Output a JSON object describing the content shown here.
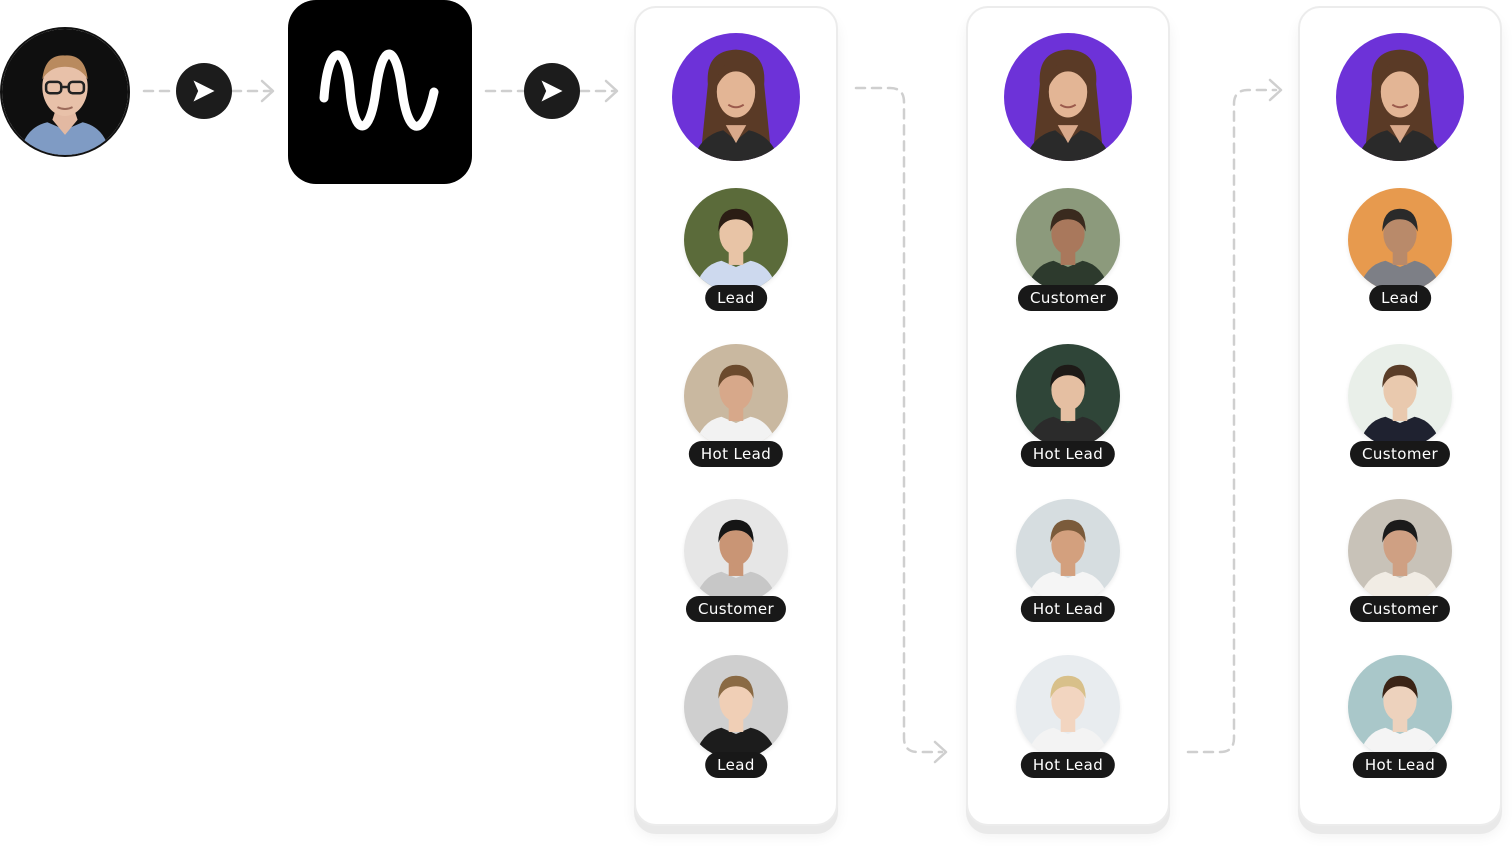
{
  "flow": {
    "source": {
      "icon": "person-avatar-man-glasses"
    },
    "send_icon": "send-arrow-icon",
    "app_icon": "waveform-icon",
    "palette": {
      "dark": "#1c1c1c",
      "agent_purple": "#6d32d8",
      "connector": "#cfcfcf",
      "badge_bg": "#181818",
      "badge_text": "#ffffff"
    }
  },
  "columns": [
    {
      "agent_icon": "agent-avatar-woman-purple",
      "leads": [
        {
          "label": "Lead",
          "icon": "person-avatar"
        },
        {
          "label": "Hot Lead",
          "icon": "person-avatar"
        },
        {
          "label": "Customer",
          "icon": "person-avatar"
        },
        {
          "label": "Lead",
          "icon": "person-avatar"
        }
      ]
    },
    {
      "agent_icon": "agent-avatar-woman-purple",
      "leads": [
        {
          "label": "Customer",
          "icon": "person-avatar"
        },
        {
          "label": "Hot Lead",
          "icon": "person-avatar"
        },
        {
          "label": "Hot Lead",
          "icon": "person-avatar"
        },
        {
          "label": "Hot Lead",
          "icon": "person-avatar"
        }
      ]
    },
    {
      "agent_icon": "agent-avatar-woman-purple",
      "leads": [
        {
          "label": "Lead",
          "icon": "person-avatar"
        },
        {
          "label": "Customer",
          "icon": "person-avatar"
        },
        {
          "label": "Customer",
          "icon": "person-avatar"
        },
        {
          "label": "Hot Lead",
          "icon": "person-avatar"
        }
      ]
    }
  ]
}
